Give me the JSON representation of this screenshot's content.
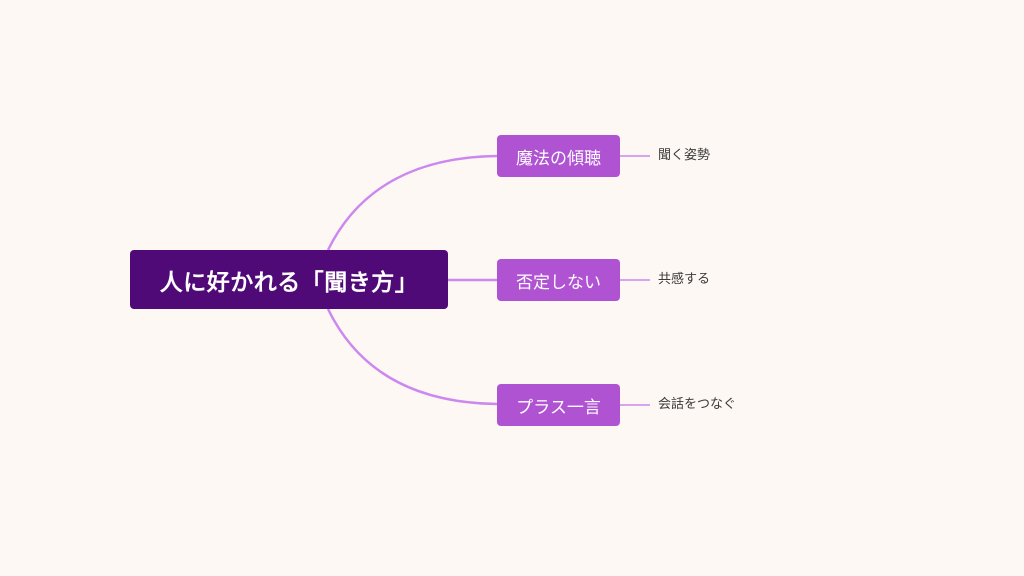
{
  "mindmap": {
    "root": {
      "label": "人に好かれる「聞き方」"
    },
    "branches": [
      {
        "label": "魔法の傾聴",
        "leaf": "聞く姿勢"
      },
      {
        "label": "否定しない",
        "leaf": "共感する"
      },
      {
        "label": "プラス一言",
        "leaf": "会話をつなぐ"
      }
    ],
    "colors": {
      "background": "#fdf8f3",
      "root": "#4f0a77",
      "branch": "#b053d3",
      "connector": "#cc88ee"
    }
  }
}
